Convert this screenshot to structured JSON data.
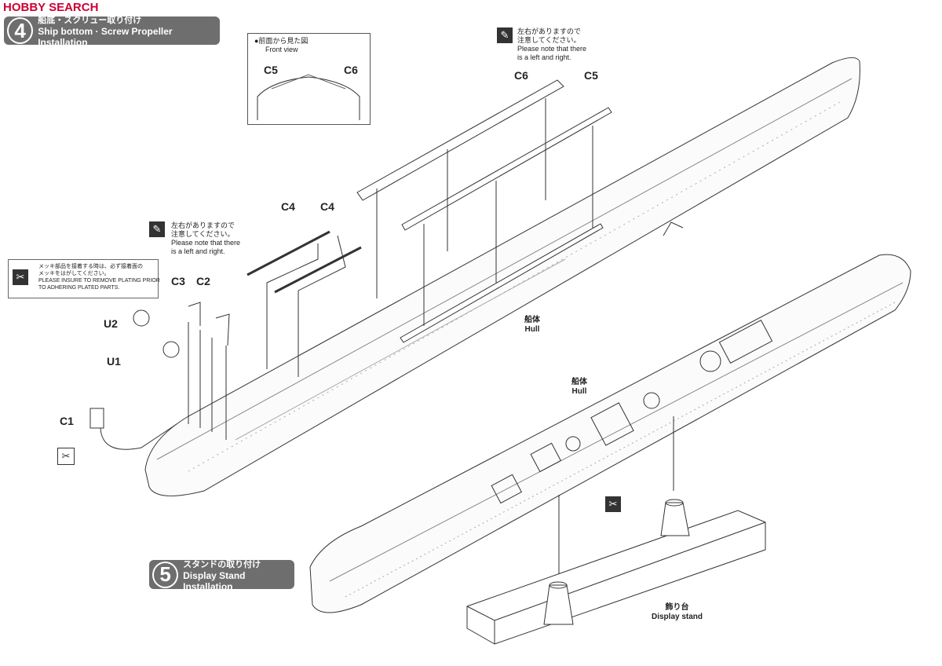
{
  "watermark": "HOBBY SEARCH",
  "step4": {
    "number": "4",
    "title_jp": "船底・スクリュー取り付け",
    "title_en": "Ship bottom · Screw Propeller Installation"
  },
  "step5": {
    "number": "5",
    "title_jp": "スタンドの取り付け",
    "title_en": "Display Stand Installation"
  },
  "front_view": {
    "title_jp": "●前面から見た図",
    "title_en": "Front view",
    "left": "C5",
    "right": "C6"
  },
  "note_lr": {
    "jp1": "左右がありますので",
    "jp2": "注意してください。",
    "en1": "Please note that there",
    "en2": "is a left and right."
  },
  "plating_note": {
    "jp1": "メッキ部品を接着する時は、必ず接着面の",
    "jp2": "メッキをはがしてください。",
    "en1": "PLEASE INSURE TO REMOVE PLATING PRIOR",
    "en2": "TO ADHERING PLATED PARTS."
  },
  "parts": {
    "c6": "C6",
    "c5": "C5",
    "c4a": "C4",
    "c4b": "C4",
    "c3": "C3",
    "c2": "C2",
    "u2": "U2",
    "u1": "U1",
    "c1": "C1"
  },
  "hull1": {
    "jp": "船体",
    "en": "Hull"
  },
  "hull2": {
    "jp": "船体",
    "en": "Hull"
  },
  "stand": {
    "jp": "飾り台",
    "en": "Display stand"
  }
}
